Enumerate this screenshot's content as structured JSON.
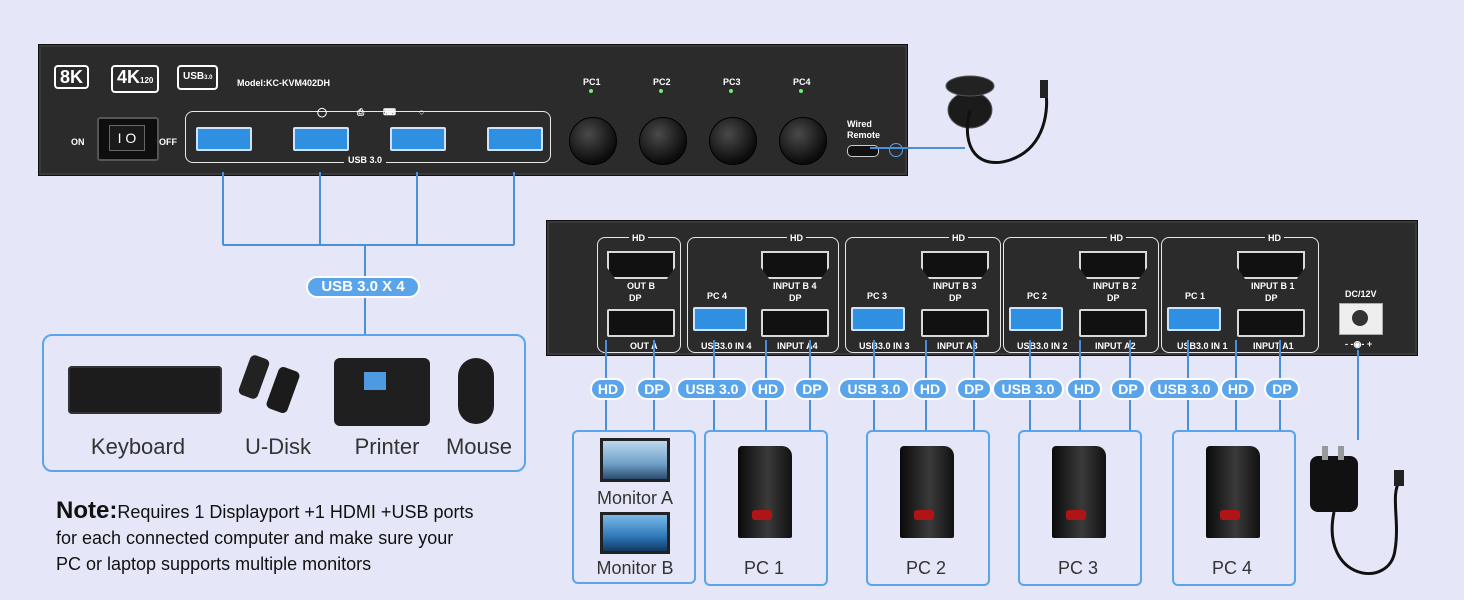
{
  "colors": {
    "background": "#e5e7f8",
    "accent": "#5aa4ec",
    "line": "#4a90d9",
    "device": "#2b2b2b",
    "led": "#6bf07b"
  },
  "front": {
    "badges": [
      "8K",
      "4K",
      "120",
      "USB",
      "3.0"
    ],
    "model": "Model:KC-KVM402DH",
    "power_on": "ON",
    "power_off": "OFF",
    "usb_label": "USB 3.0",
    "pc_labels": [
      "PC1",
      "PC2",
      "PC3",
      "PC4"
    ],
    "wired_remote": [
      "Wired",
      "Remote"
    ],
    "icons": [
      "mouse-icon",
      "printer-icon",
      "keyboard-icon",
      "mouse-icon"
    ]
  },
  "back": {
    "hd": "HD",
    "dp": "DP",
    "out_b": "OUT B",
    "out_a": "OUT A",
    "groups": [
      {
        "pc": "PC 4",
        "input_b": "INPUT B 4",
        "usb": "USB3.0 IN 4",
        "input_a": "INPUT A4"
      },
      {
        "pc": "PC 3",
        "input_b": "INPUT B 3",
        "usb": "USB3.0 IN 3",
        "input_a": "INPUT A3"
      },
      {
        "pc": "PC 2",
        "input_b": "INPUT B 2",
        "usb": "USB3.0 IN 2",
        "input_a": "INPUT A2"
      },
      {
        "pc": "PC 1",
        "input_b": "INPUT B 1",
        "usb": "USB3.0 IN 1",
        "input_a": "INPUT A1"
      }
    ],
    "dc": "DC/12V"
  },
  "usb_bundle_label": "USB 3.0 X 4",
  "peripherals": [
    "Keyboard",
    "U-Disk",
    "Printer",
    "Mouse"
  ],
  "cable_labels": {
    "hd": "HD",
    "dp": "DP",
    "usb": "USB 3.0"
  },
  "monitors": [
    "Monitor A",
    "Monitor B"
  ],
  "pcs": [
    "PC 1",
    "PC 2",
    "PC 3",
    "PC 4"
  ],
  "note": {
    "title": "Note:",
    "line1": "Requires 1 Displayport +1 HDMI +USB ports",
    "line2": "for each connected computer and make sure your",
    "line3": "PC or laptop supports multiple monitors"
  }
}
